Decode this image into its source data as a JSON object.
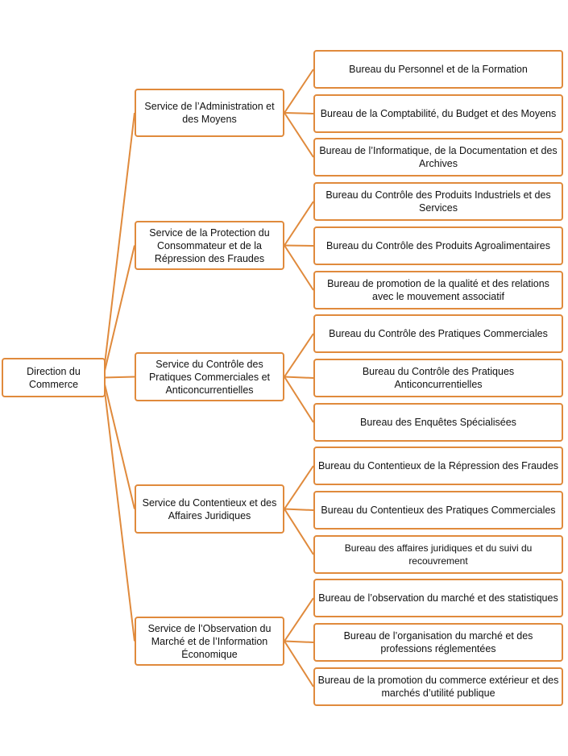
{
  "colors": {
    "line": "#e08a3c",
    "border": "#e08a3c",
    "text": "#111111"
  },
  "root": {
    "label": "Direction du Commerce"
  },
  "services": [
    {
      "label": "Service de l’Administration et des Moyens",
      "bureaus": [
        "Bureau du Personnel et de la Formation",
        "Bureau de la Comptabilité, du Budget et des Moyens",
        "Bureau de l’Informatique, de la Documentation et des Archives"
      ]
    },
    {
      "label": "Service de la Protection du Consommateur et de la Répression des Fraudes",
      "bureaus": [
        "Bureau du Contrôle des Produits Industriels et des Services",
        "Bureau du Contrôle des Produits Agroalimentaires",
        "Bureau de promotion de la qualité et des relations avec le mouvement associatif"
      ]
    },
    {
      "label": "Service du Contrôle des Pratiques Commerciales et Anticoncurrentielles",
      "bureaus": [
        "Bureau du Contrôle des Pratiques Commerciales",
        "Bureau du Contrôle des Pratiques Anticoncurrentielles",
        "Bureau des Enquêtes Spécialisées"
      ]
    },
    {
      "label": "Service du Contentieux et des Affaires Juridiques",
      "bureaus": [
        "Bureau du Contentieux de la Répression des Fraudes",
        "Bureau du Contentieux des Pratiques Commerciales",
        "Bureau des affaires juridiques et du suivi du recouvrement"
      ]
    },
    {
      "label": "Service de l’Observation du Marché et de l’Information Économique",
      "bureaus": [
        "Bureau de l’observation du marché et des statistiques",
        "Bureau de l’organisation du marché et des professions réglementées",
        "Bureau de la promotion du commerce extérieur et des marchés d’utilité publique"
      ]
    }
  ]
}
